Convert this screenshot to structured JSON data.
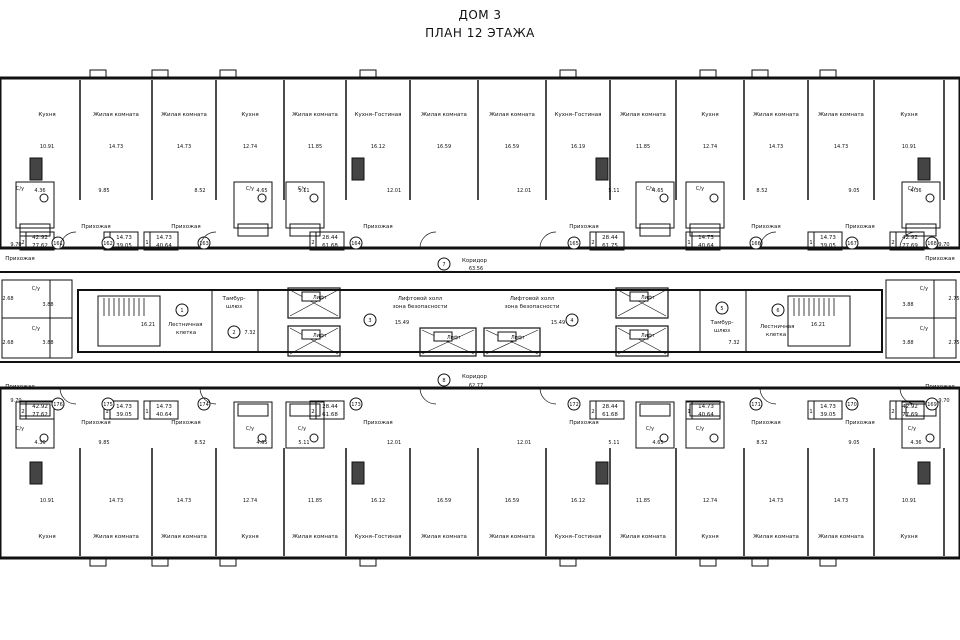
{
  "header": {
    "line1": "ДОМ 3",
    "line2": "ПЛАН 12 ЭТАЖА"
  },
  "labels": {
    "kitchen": "Кухня",
    "living": "Жилая комната",
    "kitchen_living": "Кухня-Гостиная",
    "hall": "Прихожая",
    "wc": "С/у",
    "corridor": "Коридор",
    "lift": "Лифт",
    "lift_hall_1": "Лифтовой холл",
    "lift_hall_2": "зона безопасности",
    "stair_1": "Лестничная",
    "stair_2": "клетка",
    "vestibule_1": "Тамбур-",
    "vestibule_2": "шлюз"
  },
  "common_areas": {
    "corridor_top": {
      "num": "7",
      "area": "63.56"
    },
    "corridor_bottom": {
      "num": "8",
      "area": "62.77"
    },
    "stair_left": {
      "num": "1",
      "area": "16.21"
    },
    "vestibule_left": {
      "num": "2",
      "area": "7.32"
    },
    "lift_hall_left": {
      "num": "3",
      "area": "15.49"
    },
    "lift_hall_right": {
      "num": "4",
      "area": "15.49"
    },
    "vestibule_right": {
      "num": "5",
      "area": "7.32"
    },
    "stair_right": {
      "num": "6",
      "area": "16.21"
    }
  },
  "top_row": {
    "room_labels": [
      "Кухня",
      "Жилая комната",
      "Жилая комната",
      "Кухня",
      "Жилая комната",
      "Кухня–Гостиная",
      "Жилая комната",
      "Жилая комната",
      "Кухня–Гостиная",
      "Жилая комната",
      "Кухня",
      "Жилая комната",
      "Жилая комната",
      "Кухня"
    ],
    "room_areas": [
      "10.91",
      "14.73",
      "14.73",
      "12.74",
      "11.85",
      "16.12",
      "16.59",
      "16.59",
      "16.19",
      "11.85",
      "12.74",
      "14.73",
      "14.73",
      "10.91"
    ],
    "small_areas": [
      "4.36",
      "9.85",
      "8.52",
      "4.65",
      "5.11",
      "12.01",
      "12.01",
      "5.11",
      "4.65",
      "8.52",
      "9.05",
      "4.36"
    ],
    "apartments": [
      {
        "no": "161",
        "rooms": "2",
        "living": "42.92",
        "total": "77.62"
      },
      {
        "no": "162",
        "rooms": "1",
        "living": "14.73",
        "total": "39.05"
      },
      {
        "no": "163",
        "rooms": "1",
        "living": "14.73",
        "total": "40.64"
      },
      {
        "no": "164",
        "rooms": "2",
        "living": "28.44",
        "total": "61.68"
      },
      {
        "no": "165",
        "rooms": "2",
        "living": "28.44",
        "total": "61.75"
      },
      {
        "no": "166",
        "rooms": "1",
        "living": "14.73",
        "total": "40.64"
      },
      {
        "no": "167",
        "rooms": "1",
        "living": "14.73",
        "total": "39.05"
      },
      {
        "no": "168",
        "rooms": "2",
        "living": "42.92",
        "total": "77.69"
      }
    ],
    "side_left": [
      "9.70",
      "2.68",
      "2.68",
      "3.88",
      "3.88"
    ],
    "side_right": [
      "9.70",
      "2.75",
      "2.75",
      "3.88",
      "3.88"
    ]
  },
  "bottom_row": {
    "room_labels": [
      "Кухня",
      "Жилая комната",
      "Жилая комната",
      "Кухня",
      "Жилая комната",
      "Кухня–Гостиная",
      "Жилая комната",
      "Жилая комната",
      "Кухня–Гостиная",
      "Жилая комната",
      "Кухня",
      "Жилая комната",
      "Жилая комната",
      "Кухня"
    ],
    "room_areas": [
      "10.91",
      "14.73",
      "14.73",
      "12.74",
      "11.85",
      "16.12",
      "16.59",
      "16.59",
      "16.12",
      "11.85",
      "12.74",
      "14.73",
      "14.73",
      "10.91"
    ],
    "small_areas": [
      "4.36",
      "9.85",
      "8.52",
      "4.65",
      "5.11",
      "12.01",
      "12.01",
      "5.11",
      "4.65",
      "8.52",
      "9.05",
      "4.36"
    ],
    "apartments": [
      {
        "no": "176",
        "rooms": "2",
        "living": "42.92",
        "total": "77.62"
      },
      {
        "no": "175",
        "rooms": "1",
        "living": "14.73",
        "total": "39.05"
      },
      {
        "no": "174",
        "rooms": "1",
        "living": "14.73",
        "total": "40.64"
      },
      {
        "no": "173",
        "rooms": "2",
        "living": "28.44",
        "total": "61.68"
      },
      {
        "no": "172",
        "rooms": "2",
        "living": "28.44",
        "total": "61.68"
      },
      {
        "no": "171",
        "rooms": "1",
        "living": "14.73",
        "total": "40.64"
      },
      {
        "no": "170",
        "rooms": "1",
        "living": "14.73",
        "total": "39.05"
      },
      {
        "no": "169",
        "rooms": "2",
        "living": "42.92",
        "total": "77.69"
      }
    ],
    "side_left": [
      "9.70"
    ],
    "side_right": [
      "9.70"
    ]
  }
}
